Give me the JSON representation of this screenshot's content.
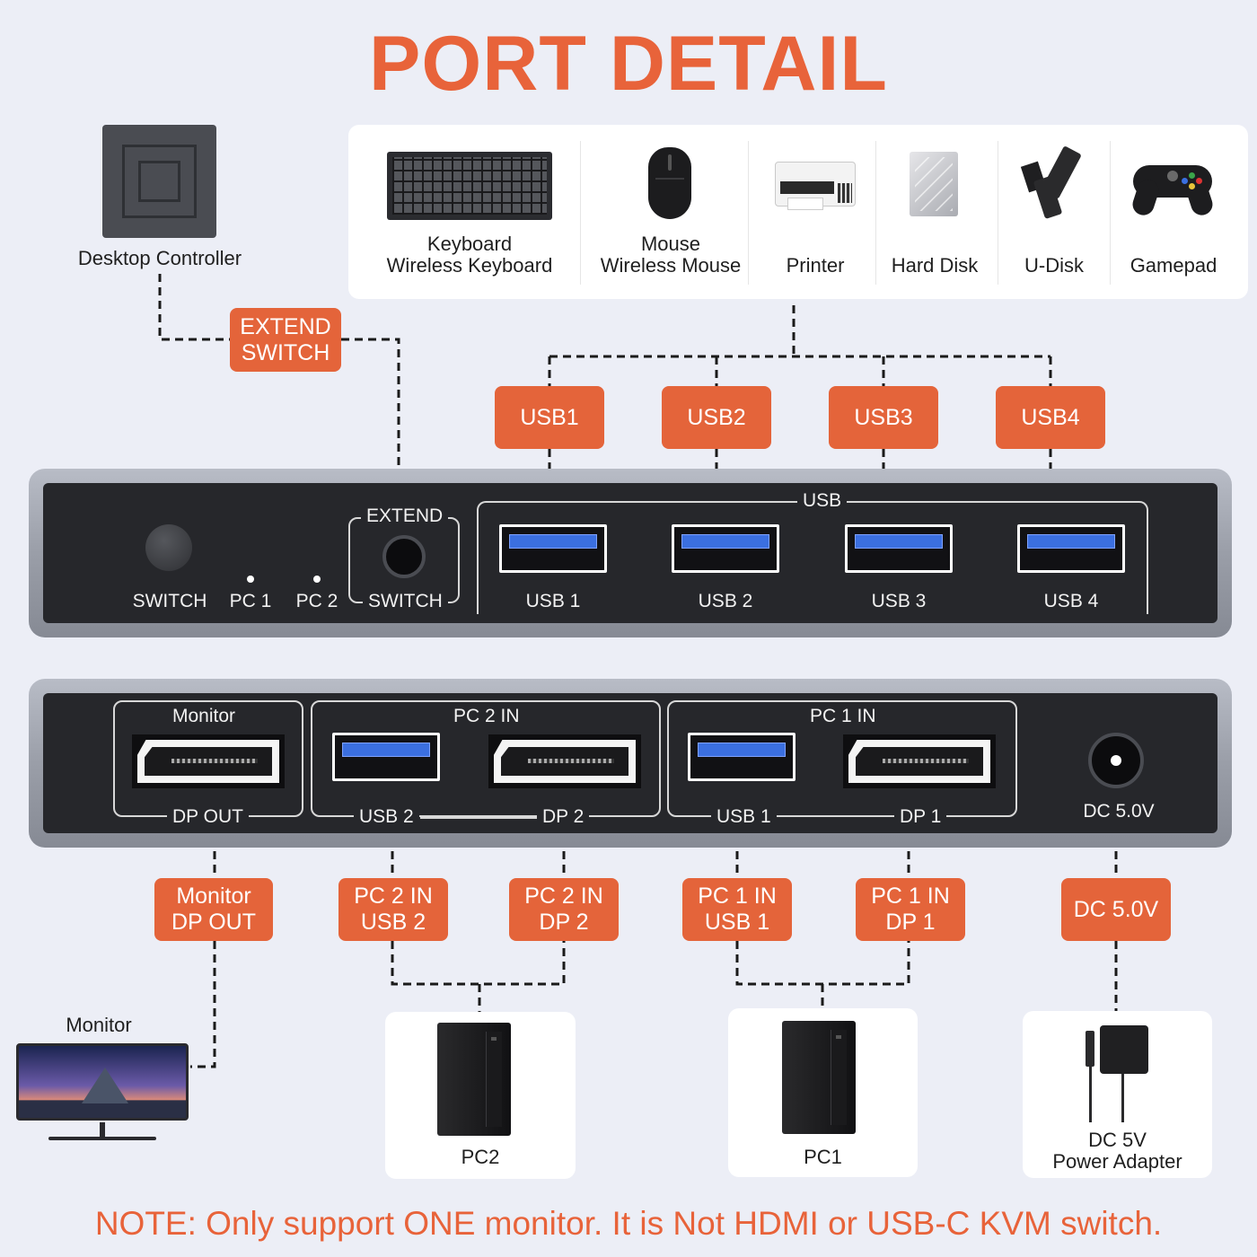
{
  "title": "PORT DETAIL",
  "note": "NOTE: Only support ONE monitor. It is Not HDMI or USB-C KVM switch.",
  "desktop_controller": {
    "label": "Desktop Controller",
    "tag_line1": "EXTEND",
    "tag_line2": "SWITCH"
  },
  "devices": [
    {
      "line1": "Keyboard",
      "line2": "Wireless Keyboard",
      "icon": "keyboard-icon"
    },
    {
      "line1": "Mouse",
      "line2": "Wireless Mouse",
      "icon": "mouse-icon"
    },
    {
      "line1": "",
      "line2": "Printer",
      "icon": "printer-icon"
    },
    {
      "line1": "",
      "line2": "Hard Disk",
      "icon": "hard-disk-icon"
    },
    {
      "line1": "",
      "line2": "U-Disk",
      "icon": "usb-drive-icon"
    },
    {
      "line1": "",
      "line2": "Gamepad",
      "icon": "gamepad-icon"
    }
  ],
  "usb_tags": [
    "USB1",
    "USB2",
    "USB3",
    "USB4"
  ],
  "front_panel": {
    "switch": "SWITCH",
    "pc1": "PC 1",
    "pc2": "PC 2",
    "extend_top": "EXTEND",
    "extend_bottom": "SWITCH",
    "usb_group": "USB",
    "usb_ports": [
      "USB 1",
      "USB 2",
      "USB 3",
      "USB 4"
    ]
  },
  "back_panel": {
    "monitor_box": {
      "title": "Monitor",
      "bottom": "DP OUT"
    },
    "pc2_box": {
      "title": "PC 2 IN",
      "usb": "USB 2",
      "dp": "DP 2"
    },
    "pc1_box": {
      "title": "PC 1 IN",
      "usb": "USB 1",
      "dp": "DP 1"
    },
    "dc": "DC 5.0V"
  },
  "bottom_tags": [
    {
      "line1": "Monitor",
      "line2": "DP OUT"
    },
    {
      "line1": "PC 2 IN",
      "line2": "USB 2"
    },
    {
      "line1": "PC 2 IN",
      "line2": "DP 2"
    },
    {
      "line1": "PC 1 IN",
      "line2": "USB 1"
    },
    {
      "line1": "PC 1 IN",
      "line2": "DP 1"
    },
    {
      "line1": "DC 5.0V",
      "line2": ""
    }
  ],
  "targets": {
    "monitor": "Monitor",
    "pc2": "PC2",
    "pc1": "PC1",
    "adapter_line1": "DC 5V",
    "adapter_line2": "Power Adapter"
  },
  "colors": {
    "accent": "#e4643a",
    "background": "#eceef6",
    "panel": "#26272b",
    "usb_blue": "#3b6fe0"
  }
}
